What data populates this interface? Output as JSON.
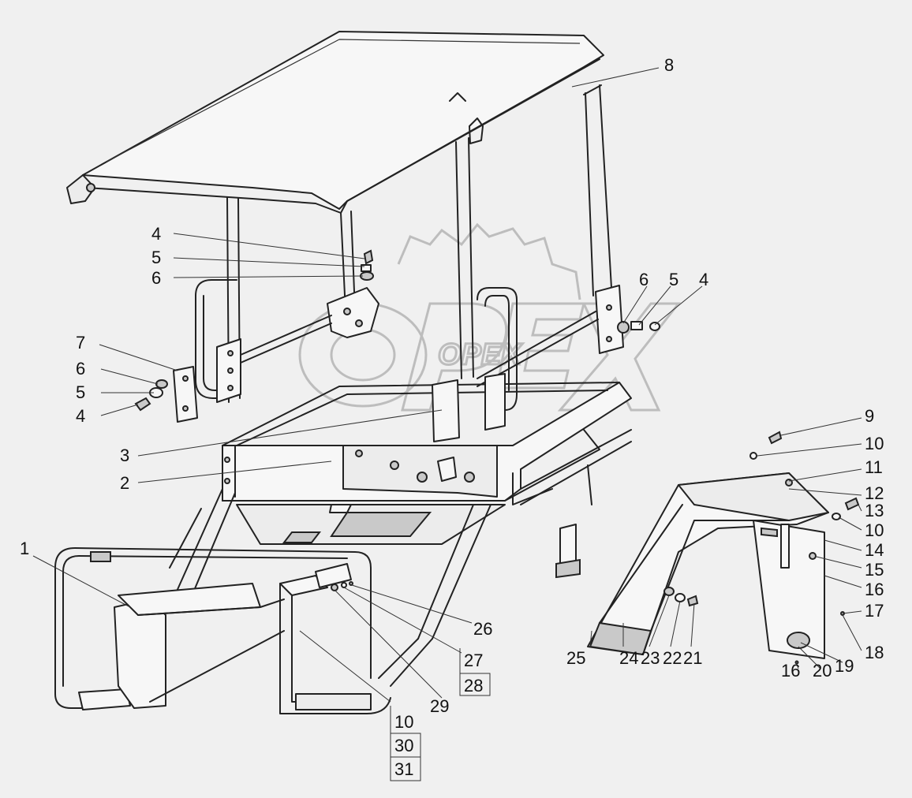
{
  "watermark": "OPEX",
  "callouts": [
    {
      "id": "c1",
      "text": "1"
    },
    {
      "id": "c2",
      "text": "2"
    },
    {
      "id": "c3",
      "text": "3"
    },
    {
      "id": "c4a",
      "text": "4"
    },
    {
      "id": "c5a",
      "text": "5"
    },
    {
      "id": "c6a",
      "text": "6"
    },
    {
      "id": "c7",
      "text": "7"
    },
    {
      "id": "c6b",
      "text": "6"
    },
    {
      "id": "c5b",
      "text": "5"
    },
    {
      "id": "c4b",
      "text": "4"
    },
    {
      "id": "c6c",
      "text": "6"
    },
    {
      "id": "c5c",
      "text": "5"
    },
    {
      "id": "c4c",
      "text": "4"
    },
    {
      "id": "c8",
      "text": "8"
    },
    {
      "id": "c9",
      "text": "9"
    },
    {
      "id": "c10a",
      "text": "10"
    },
    {
      "id": "c11",
      "text": "11"
    },
    {
      "id": "c12",
      "text": "12"
    },
    {
      "id": "c13",
      "text": "13"
    },
    {
      "id": "c10b",
      "text": "10"
    },
    {
      "id": "c14",
      "text": "14"
    },
    {
      "id": "c15",
      "text": "15"
    },
    {
      "id": "c16a",
      "text": "16"
    },
    {
      "id": "c17",
      "text": "17"
    },
    {
      "id": "c18",
      "text": "18"
    },
    {
      "id": "c19",
      "text": "19"
    },
    {
      "id": "c20",
      "text": "20"
    },
    {
      "id": "c16b",
      "text": "16"
    },
    {
      "id": "c21",
      "text": "21"
    },
    {
      "id": "c22",
      "text": "22"
    },
    {
      "id": "c23",
      "text": "23"
    },
    {
      "id": "c24",
      "text": "24"
    },
    {
      "id": "c25",
      "text": "25"
    },
    {
      "id": "c26",
      "text": "26"
    },
    {
      "id": "c27",
      "text": "27"
    },
    {
      "id": "c28",
      "text": "28"
    },
    {
      "id": "c29",
      "text": "29"
    },
    {
      "id": "c10c",
      "text": "10"
    },
    {
      "id": "c30",
      "text": "30"
    },
    {
      "id": "c31",
      "text": "31"
    }
  ]
}
